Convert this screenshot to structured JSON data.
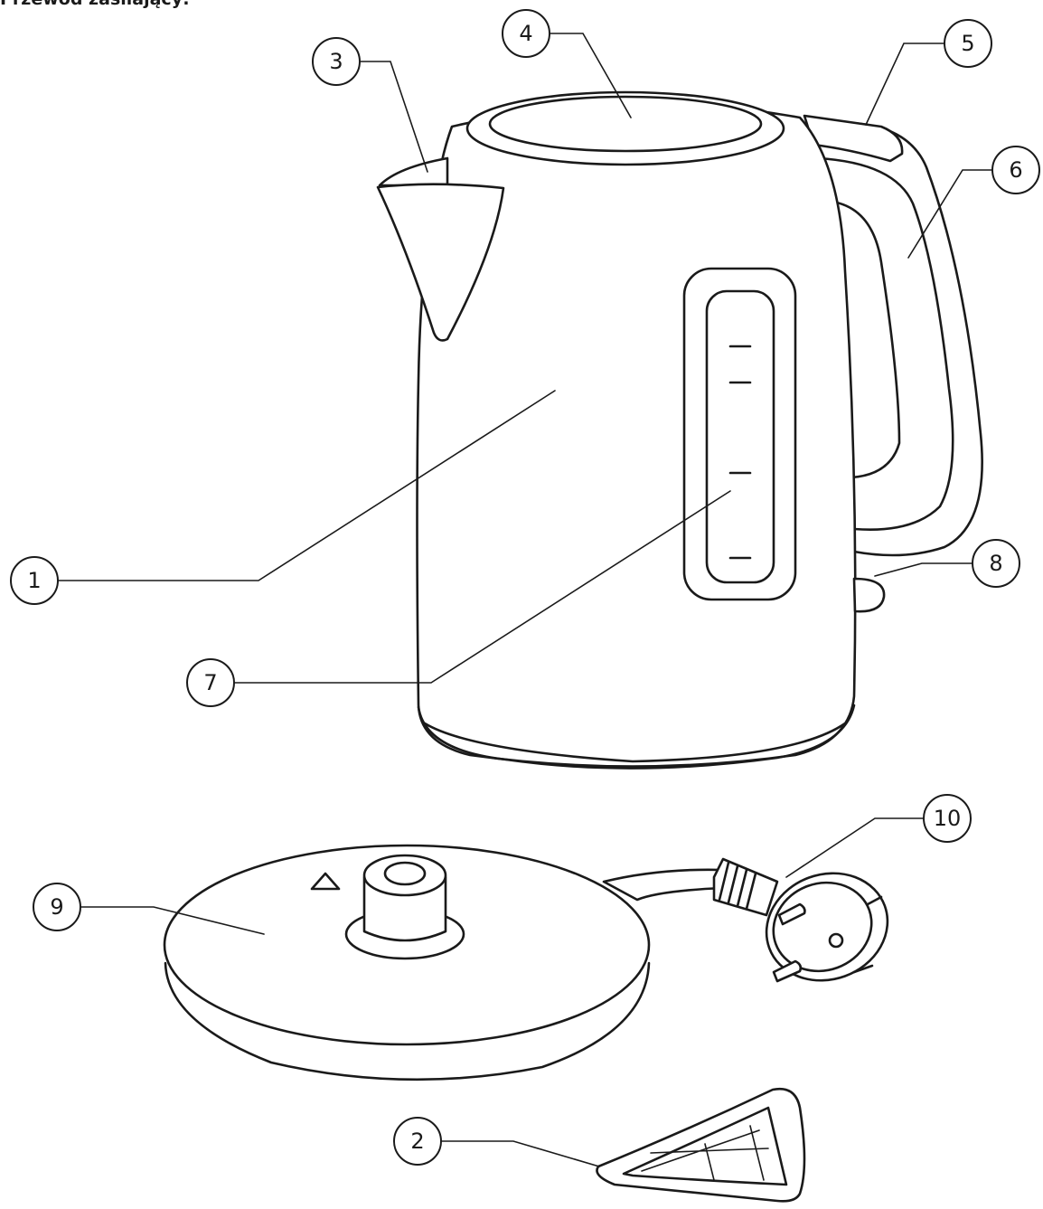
{
  "header": {
    "text": "Przewód zasilający:"
  },
  "callouts": [
    {
      "id": "1",
      "label": "1"
    },
    {
      "id": "2",
      "label": "2"
    },
    {
      "id": "3",
      "label": "3"
    },
    {
      "id": "4",
      "label": "4"
    },
    {
      "id": "5",
      "label": "5"
    },
    {
      "id": "6",
      "label": "6"
    },
    {
      "id": "7",
      "label": "7"
    },
    {
      "id": "8",
      "label": "8"
    },
    {
      "id": "9",
      "label": "9"
    },
    {
      "id": "10",
      "label": "10"
    }
  ]
}
